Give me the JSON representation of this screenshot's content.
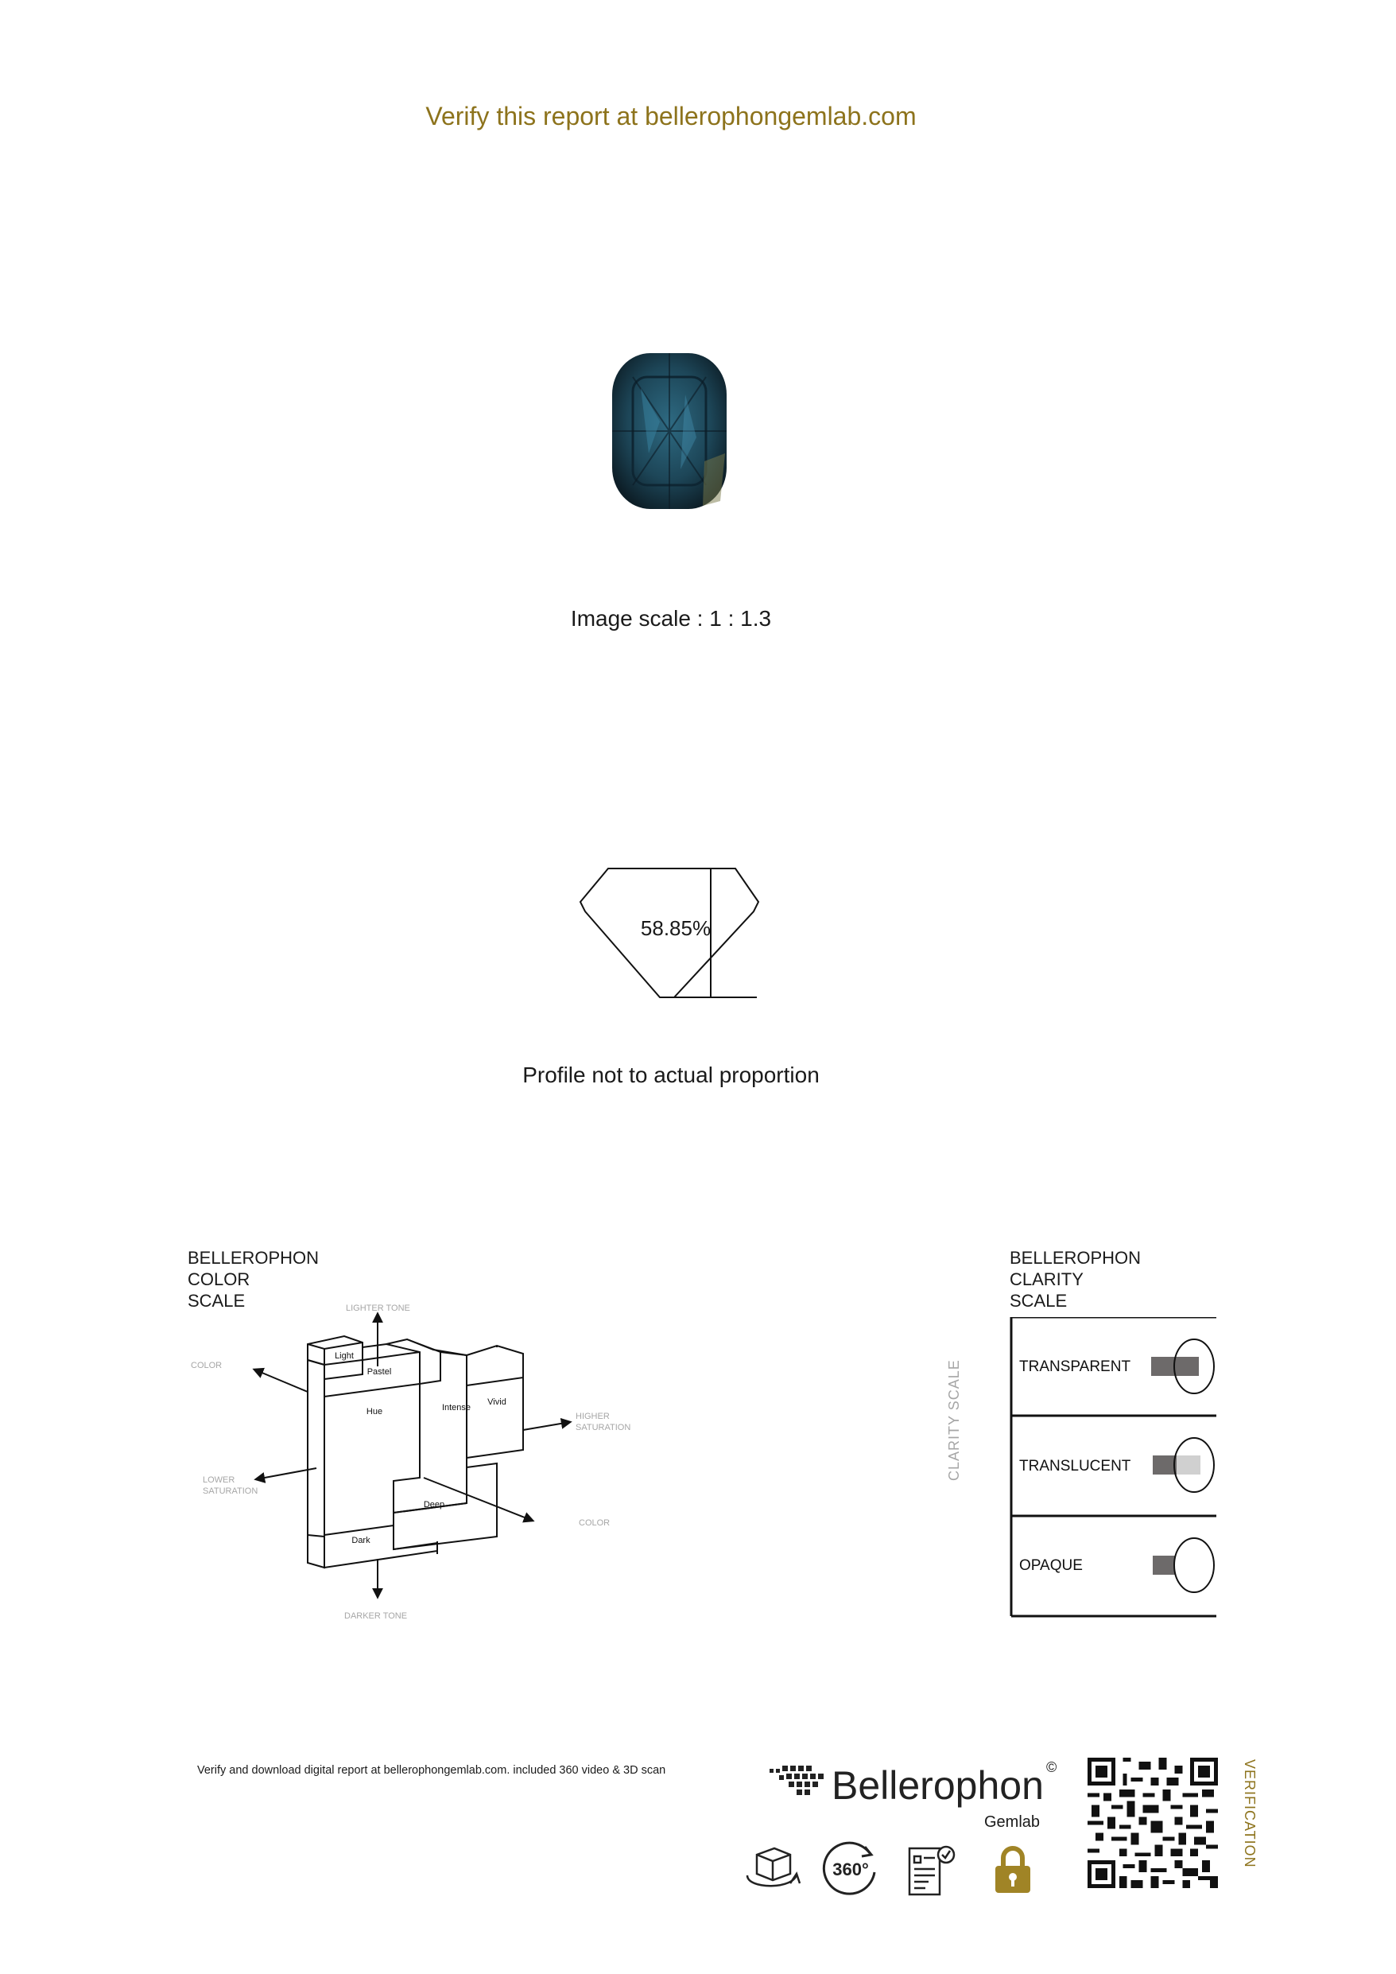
{
  "header": {
    "verify_text": "Verify this report at bellerophongemlab.com"
  },
  "gem": {
    "image_scale": "Image scale : 1 : 1.3"
  },
  "profile": {
    "depth_percent": "58.85%",
    "note": "Profile not to actual proportion"
  },
  "color_scale": {
    "title_lines": [
      "BELLEROPHON",
      "COLOR",
      "SCALE"
    ],
    "blocks": [
      "Light",
      "Pastel",
      "Hue",
      "Intense",
      "Vivid",
      "Deep",
      "Dark"
    ],
    "axes": {
      "up": "LIGHTER TONE",
      "down": "DARKER TONE",
      "color_left": "COLOR",
      "color_right": "COLOR",
      "higher_sat": [
        "HIGHER",
        "SATURATION"
      ],
      "lower_sat": [
        "LOWER",
        "SATURATION"
      ]
    }
  },
  "clarity_scale": {
    "title_lines": [
      "BELLEROPHON",
      "CLARITY",
      "SCALE"
    ],
    "axis_label": "CLARITY SCALE",
    "rows": [
      "TRANSPARENT",
      "TRANSLUCENT",
      "OPAQUE"
    ]
  },
  "footer": {
    "download_text": "Verify and download digital report at bellerophongemlab.com. included 360 video & 3D scan",
    "brand": "Bellerophon",
    "copyright": "©",
    "subbrand": "Gemlab",
    "icon_360": "360°",
    "verification_label": "VERIFICATION",
    "icons": [
      "3d-cube-icon",
      "rotate-360-icon",
      "certificate-icon",
      "lock-icon",
      "qr-code-icon"
    ],
    "colors": {
      "accent_gold": "#8d731c",
      "gem_blue": "#1d4658"
    }
  }
}
